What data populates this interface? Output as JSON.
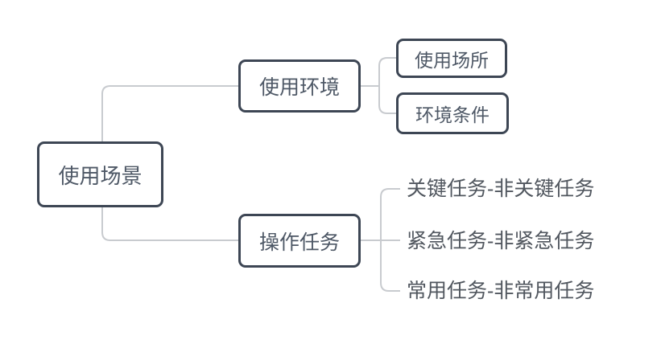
{
  "diagram": {
    "type": "mind-map-tree",
    "colors": {
      "background": "#ffffff",
      "node_border": "#3d4654",
      "node_text": "#4e5866",
      "leaf_text": "#51575f",
      "connector_line": "#c8cbcf"
    },
    "root": {
      "label": "使用场景"
    },
    "branches": [
      {
        "label": "使用环境",
        "children": [
          {
            "label": "使用场所",
            "boxed": true
          },
          {
            "label": "环境条件",
            "boxed": true
          }
        ]
      },
      {
        "label": "操作任务",
        "children": [
          {
            "label": "关键任务-非关键任务",
            "boxed": false
          },
          {
            "label": "紧急任务-非紧急任务",
            "boxed": false
          },
          {
            "label": "常用任务-非常用任务",
            "boxed": false
          }
        ]
      }
    ]
  }
}
